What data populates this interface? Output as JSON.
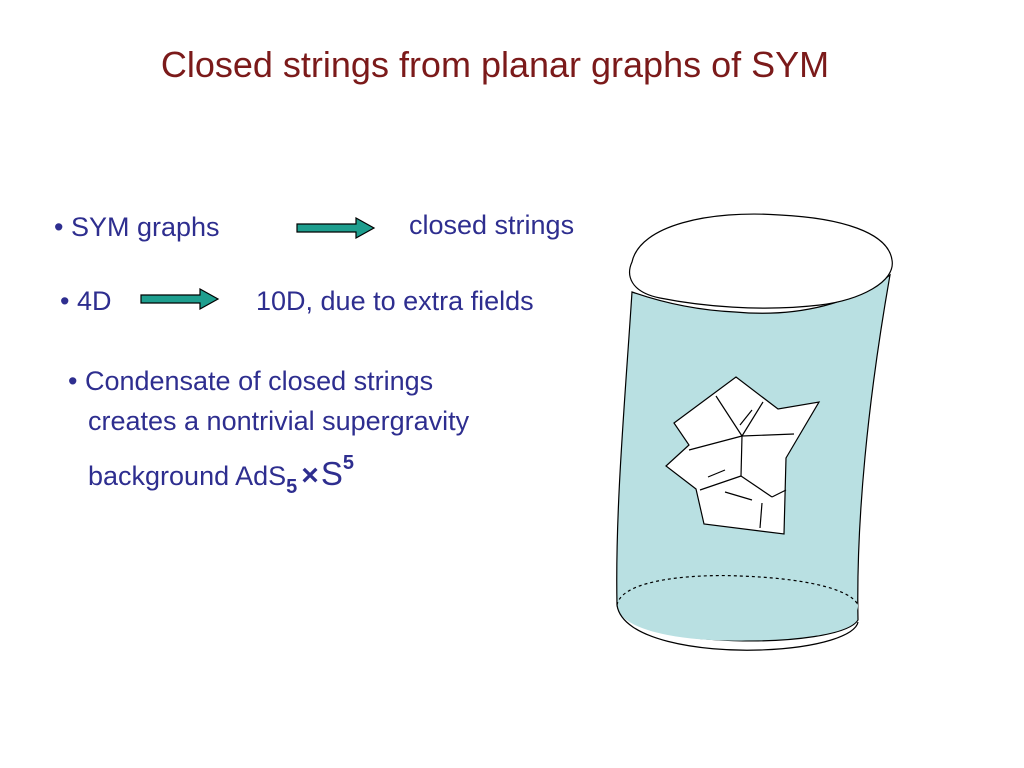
{
  "slide": {
    "title": "Closed strings from planar graphs of SYM",
    "bullets": {
      "sym_graphs": "• SYM graphs",
      "closed_strings": "closed strings",
      "four_d": "• 4D",
      "ten_d": "10D, due to extra fields",
      "condensate_line1": "• Condensate of closed strings",
      "condensate_line2": "creates a nontrivial supergravity",
      "condensate_line3": "background AdS",
      "sub_five": "5",
      "times": "×",
      "s_letter": "S",
      "sup_five": "5"
    }
  },
  "colors": {
    "title": "#7b1a1a",
    "body_text": "#2e2e8f",
    "arrow_fill": "#1e9e8e",
    "tube_fill": "#b9e0e2",
    "outline": "#000000"
  },
  "icons": [
    "arrow-right-icon",
    "cylinder-worldsheet-figure"
  ]
}
